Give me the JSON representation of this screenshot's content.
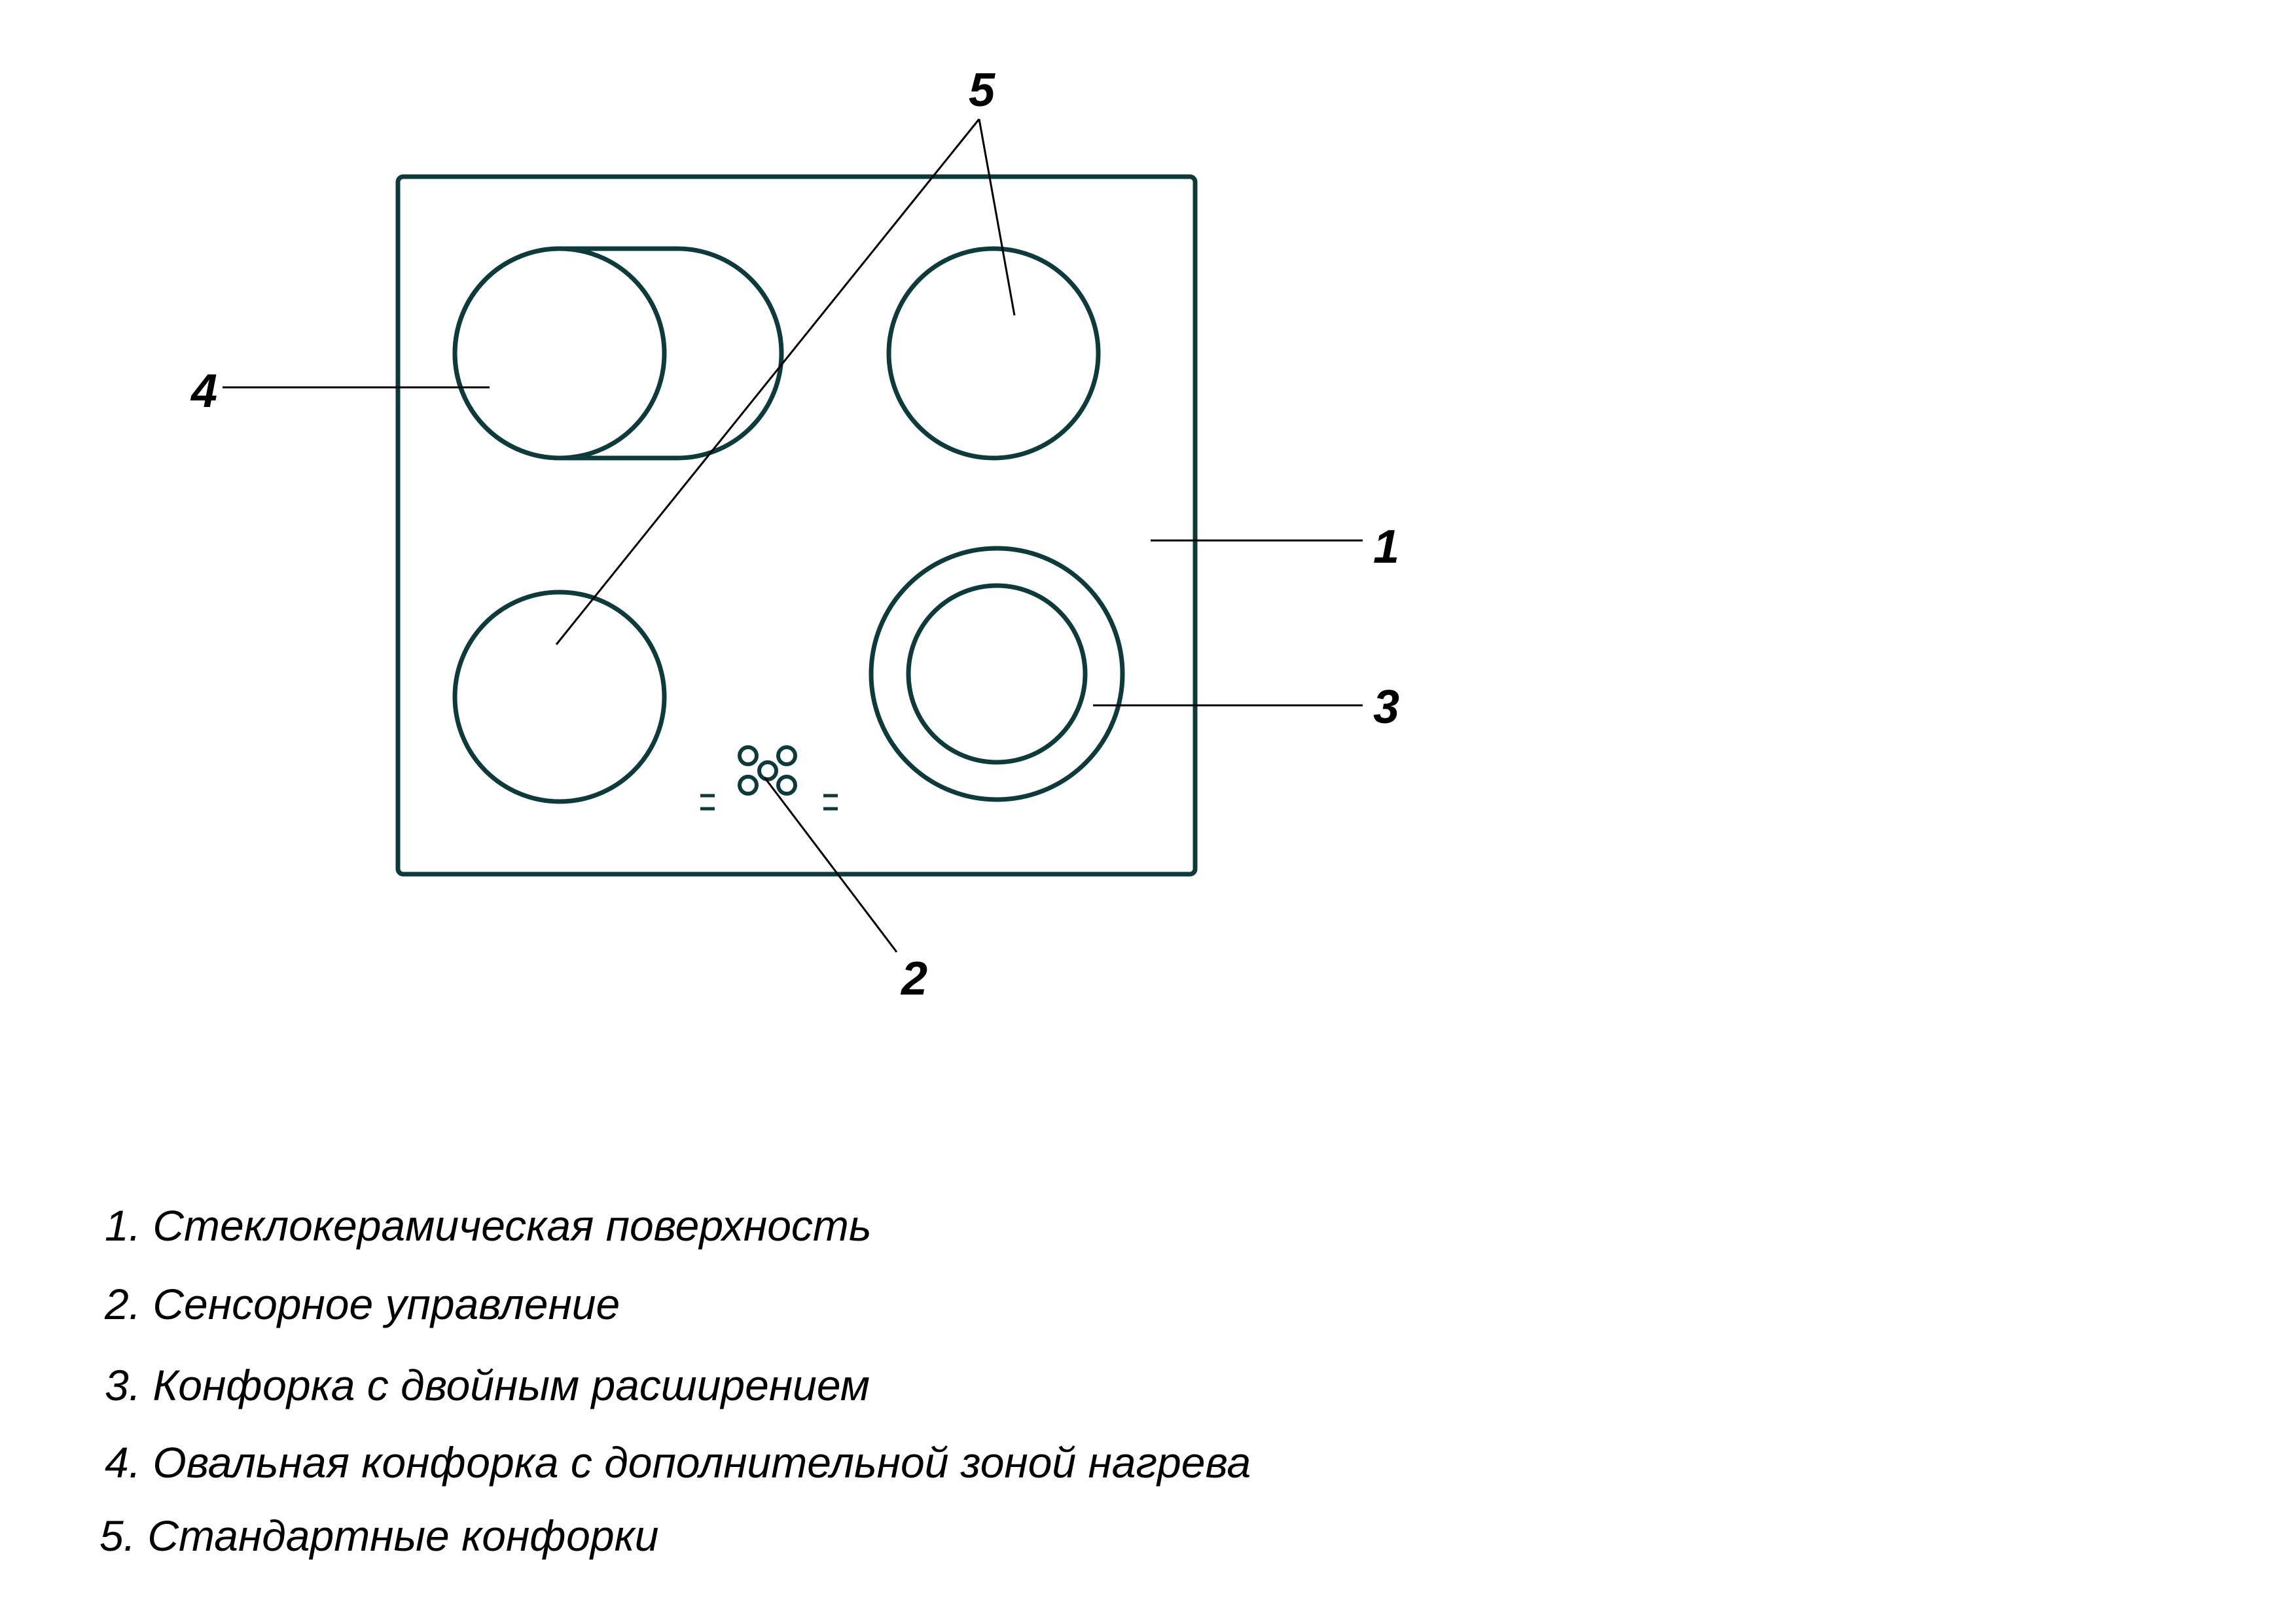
{
  "colors": {
    "outline": "#0d3b3b",
    "leader": "#000000",
    "text": "#000000"
  },
  "callouts": {
    "c1": "1",
    "c2": "2",
    "c3": "3",
    "c4": "4",
    "c5": "5"
  },
  "legend": [
    "1. Стеклокерамическая поверхность",
    "2. Сенсорное управление",
    "3. Конфорка с двойным расширением",
    "4. Овальная конфорка с дополнительной зоной нагрева",
    "5. Стандартные конфорки"
  ],
  "icons": {
    "plus_minus_left": "minus-plus-icon",
    "plus_minus_right": "minus-plus-icon"
  }
}
